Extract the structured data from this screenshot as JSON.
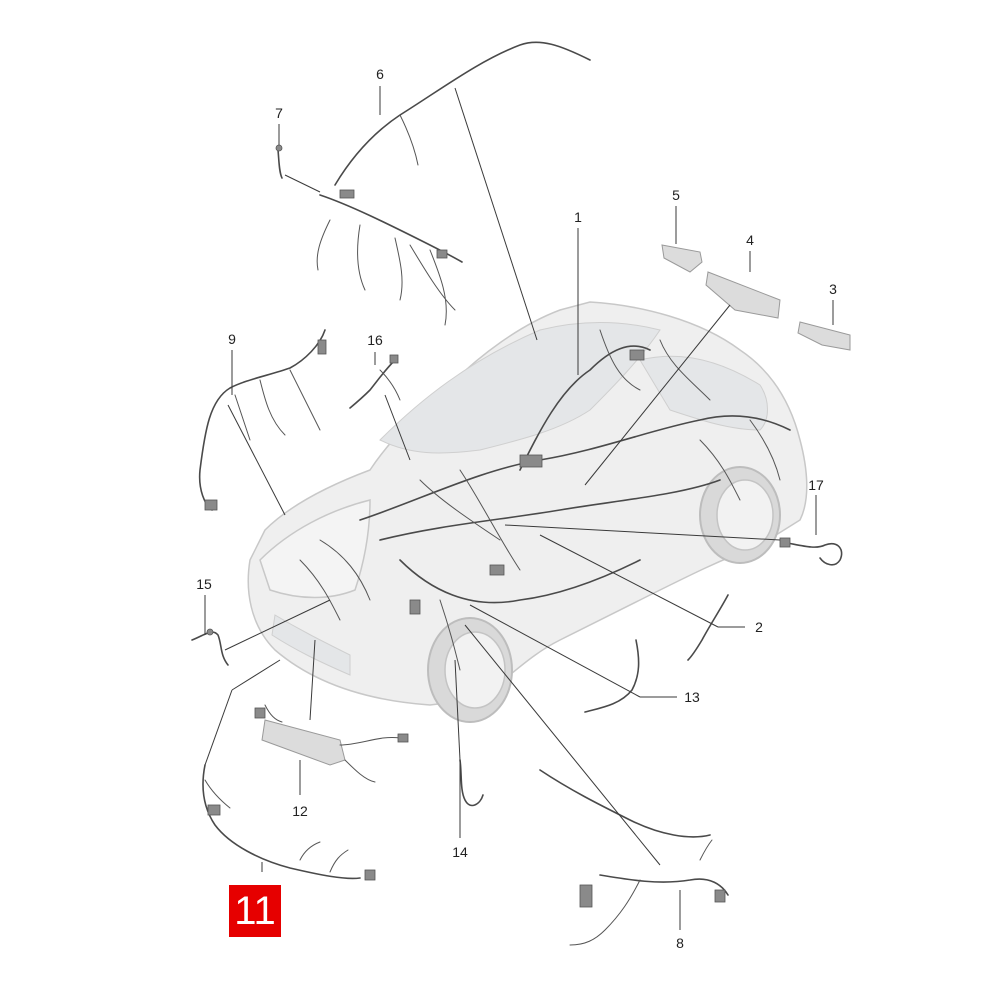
{
  "callouts": [
    "1",
    "2",
    "3",
    "4",
    "5",
    "6",
    "7",
    "8",
    "9",
    "12",
    "13",
    "14",
    "15",
    "16",
    "17"
  ],
  "page_label": "11",
  "colors": {
    "page_label_bg": "#e60000",
    "page_label_text": "#ffffff",
    "line_art": "#4a4a4a"
  }
}
